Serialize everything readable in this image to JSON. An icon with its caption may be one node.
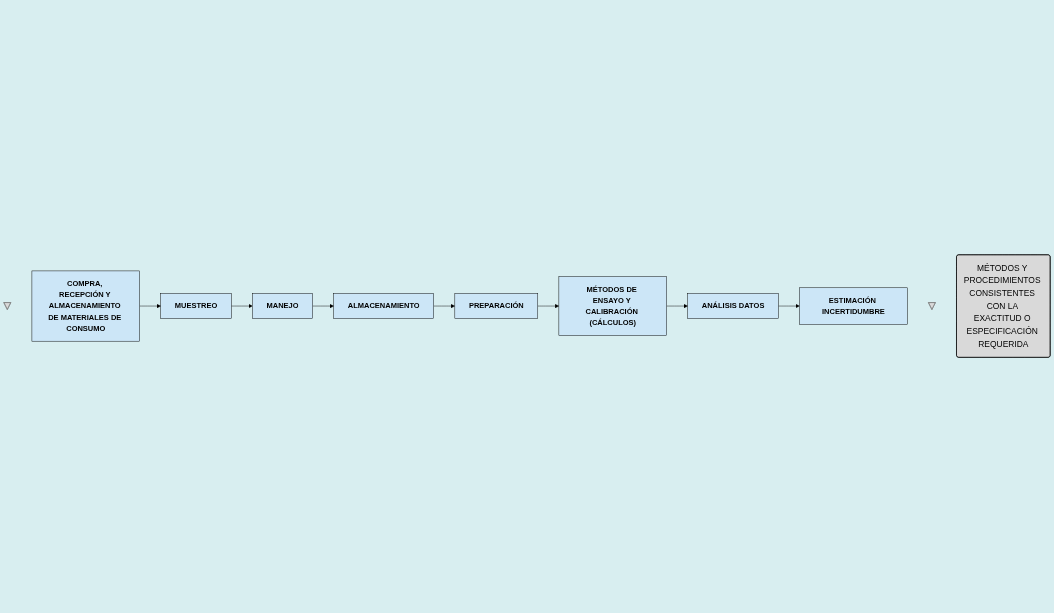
{
  "diagram": {
    "nodes": [
      {
        "text": [],
        "shape": "arrow"
      },
      {
        "text": [
          "COMPRA, RECEPCIÓN Y ALMACENAMIENTO DE MATERIALES DE CONSUMO"
        ]
      },
      {
        "text": [
          "MUESTREO"
        ]
      },
      {
        "text": [
          "MANEJO"
        ]
      },
      {
        "text": [
          "ALMACENAMIENTO"
        ]
      },
      {
        "text": [
          "PREPARACIÓN"
        ]
      },
      {
        "text": [
          "MÉTODOS DE ENSAYO Y CALIBRACIÓN (CÁLCULOS)"
        ]
      },
      {
        "text": [
          "ANÁLISIS DATOS"
        ]
      },
      {
        "text": [
          "ESTIMACIÓN INCERTIDUMBRE"
        ]
      },
      {
        "text": [],
        "shape": "arrow"
      },
      {
        "text": [
          "MÉTODOS Y PROCEDIMIENTOS CONSISTENTES CON LA EXACTITUD O ESPECIFICACIÓN REQUERIDA"
        ]
      }
    ],
    "edges": [
      {
        "from": 1,
        "to": 2,
        "arrow": "to"
      },
      {
        "from": 2,
        "to": 3,
        "arrow": "to"
      },
      {
        "from": 3,
        "to": 4,
        "arrow": "to"
      },
      {
        "from": 4,
        "to": 5,
        "arrow": "to"
      },
      {
        "from": 5,
        "to": 6,
        "arrow": "to"
      },
      {
        "from": 6,
        "to": 7,
        "arrow": "to"
      },
      {
        "from": 7,
        "to": 8,
        "arrow": "to"
      }
    ]
  }
}
